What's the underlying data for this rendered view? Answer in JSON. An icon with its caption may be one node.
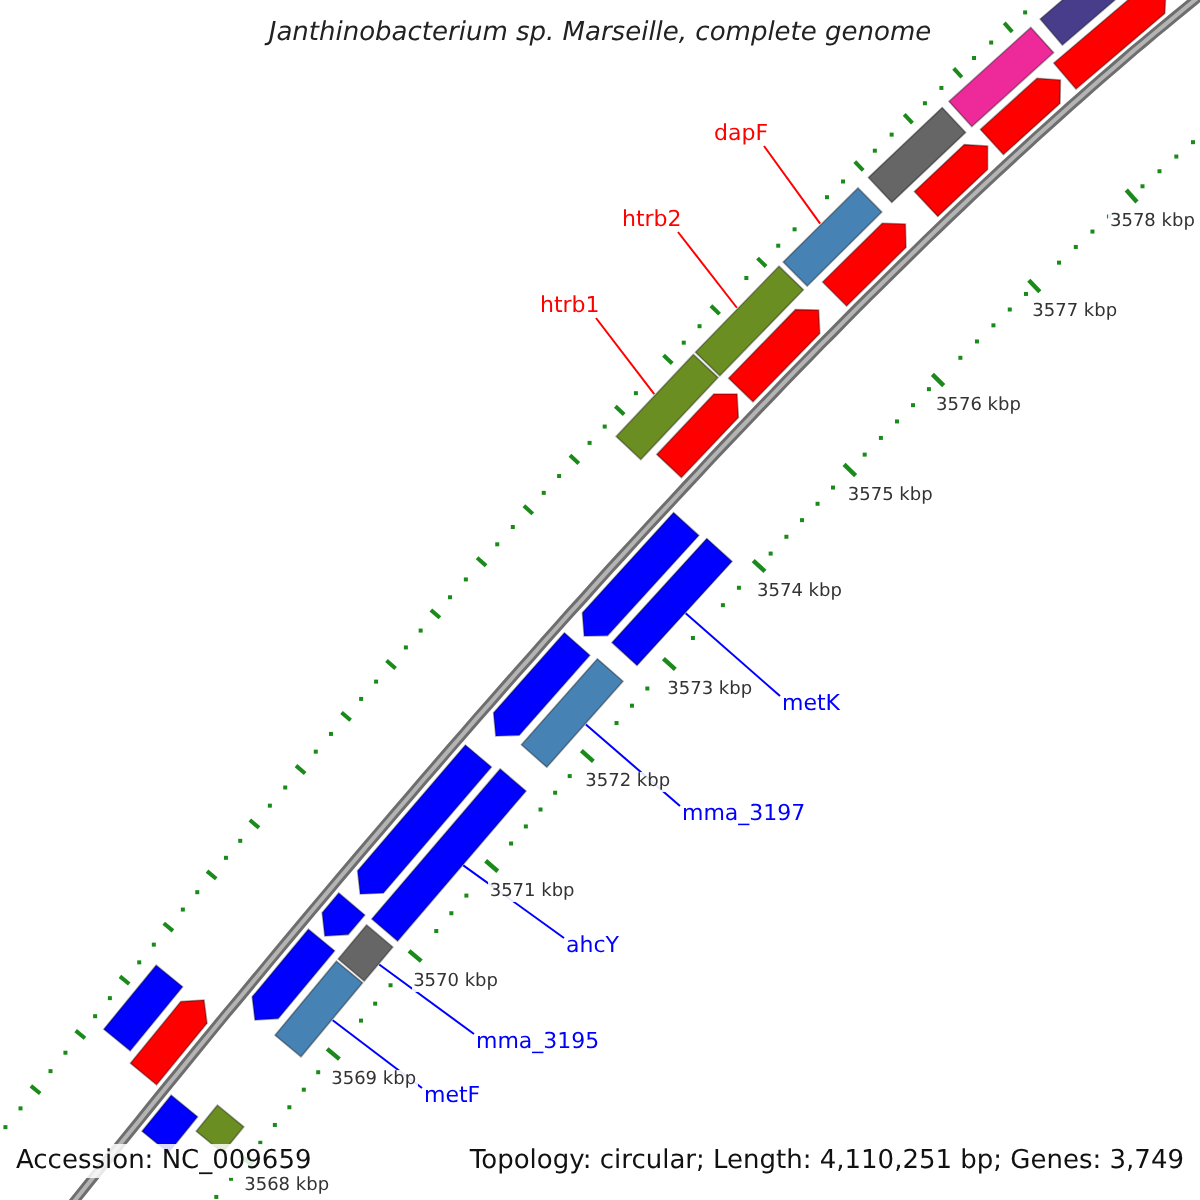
{
  "diagram": {
    "title": "Janthinobacterium sp. Marseille, complete genome",
    "nodes": [
      {
        "text": [
          "dapF"
        ]
      },
      {
        "text": [
          "htrb2"
        ]
      },
      {
        "text": [
          "htrb1"
        ]
      },
      {
        "text": [
          "metK"
        ]
      },
      {
        "text": [
          "mma_3197"
        ]
      },
      {
        "text": [
          "ahcY"
        ]
      },
      {
        "text": [
          "mma_3195"
        ]
      },
      {
        "text": [
          "metF"
        ]
      },
      {
        "text": [],
        "shape": "bar"
      },
      {
        "text": [],
        "shape": "pentagon"
      },
      {
        "text": [],
        "shape": "bar"
      },
      {
        "text": [],
        "shape": "bar"
      },
      {
        "text": [],
        "shape": "pentagon"
      },
      {
        "text": [],
        "shape": "pentagon"
      },
      {
        "text": [],
        "shape": "bar"
      },
      {
        "text": [],
        "shape": "pentagon"
      },
      {
        "text": [],
        "shape": "bar"
      },
      {
        "text": [],
        "shape": "pentagon"
      },
      {
        "text": [],
        "shape": "bar"
      },
      {
        "text": [],
        "shape": "pentagon"
      },
      {
        "text": [],
        "shape": "pentagon"
      },
      {
        "text": [],
        "shape": "bar"
      },
      {
        "text": [],
        "shape": "pentagon"
      },
      {
        "text": [],
        "shape": "bar"
      },
      {
        "text": [],
        "shape": "pentagon"
      },
      {
        "text": [],
        "shape": "bar"
      },
      {
        "text": [],
        "shape": "pentagon"
      },
      {
        "text": [],
        "shape": "bar"
      },
      {
        "text": [],
        "shape": "bar"
      },
      {
        "text": [],
        "shape": "pentagon"
      },
      {
        "text": [],
        "shape": "bar"
      },
      {
        "text": [],
        "shape": "pentagon"
      },
      {
        "text": [],
        "shape": "bar"
      },
      {
        "text": [],
        "shape": "bar"
      }
    ],
    "edges": [
      {
        "from": 0,
        "to": 14,
        "arrow": "none",
        "color": "#ff0000"
      },
      {
        "from": 1,
        "to": 16,
        "arrow": "none",
        "color": "#ff0000"
      },
      {
        "from": 2,
        "to": 18,
        "arrow": "none",
        "color": "#ff0000"
      },
      {
        "from": 3,
        "to": 21,
        "arrow": "none"
      },
      {
        "from": 4,
        "to": 23,
        "arrow": "none"
      },
      {
        "from": 5,
        "to": 25,
        "arrow": "none"
      },
      {
        "from": 6,
        "to": 27,
        "arrow": "none"
      },
      {
        "from": 7,
        "to": 30,
        "arrow": "none"
      }
    ],
    "labels": [
      "3578 kbp",
      "3577 kbp",
      "3576 kbp",
      "3575 kbp",
      "3574 kbp",
      "3573 kbp",
      "3572 kbp",
      "3571 kbp",
      "3570 kbp",
      "3569 kbp",
      "3568 kbp",
      "Accession: NC_009659",
      "Topology: circular; Length: 4,110,251 bp; Genes: 3,749"
    ]
  }
}
